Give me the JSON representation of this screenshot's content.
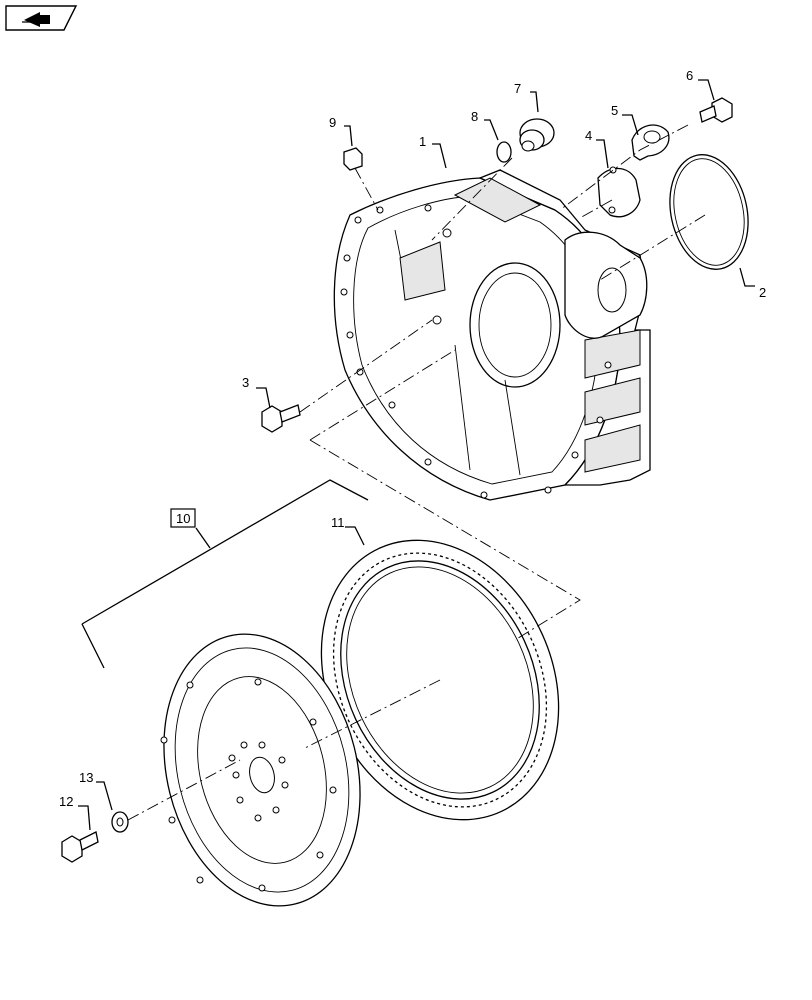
{
  "nav_icon": "return-arrow-icon",
  "callouts": {
    "c1": "1",
    "c2": "2",
    "c3": "3",
    "c4": "4",
    "c5": "5",
    "c6": "6",
    "c7": "7",
    "c8": "8",
    "c9": "9",
    "c10": "10",
    "c11": "11",
    "c12": "12",
    "c13": "13"
  },
  "colors": {
    "line": "#000000",
    "background": "#ffffff"
  }
}
